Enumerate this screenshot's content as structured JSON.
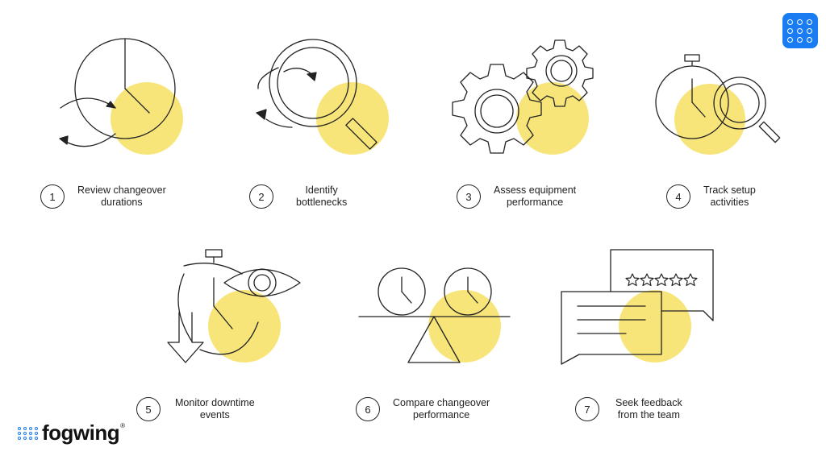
{
  "colors": {
    "accent": "#F8E57A",
    "ink": "#222222",
    "brand": "#1A7CF2"
  },
  "steps": [
    {
      "number": "1",
      "line1": "Review changeover",
      "line2": "durations",
      "icon": "clock-cycle-icon"
    },
    {
      "number": "2",
      "line1": "Identify",
      "line2": "bottlenecks",
      "icon": "magnifier-cycle-icon"
    },
    {
      "number": "3",
      "line1": "Assess equipment",
      "line2": "performance",
      "icon": "gears-icon"
    },
    {
      "number": "4",
      "line1": "Track setup",
      "line2": "activities",
      "icon": "stopwatch-magnifier-icon"
    },
    {
      "number": "5",
      "line1": "Monitor downtime",
      "line2": "events",
      "icon": "stopwatch-eye-icon"
    },
    {
      "number": "6",
      "line1": "Compare changeover",
      "line2": "performance",
      "icon": "balance-clocks-icon"
    },
    {
      "number": "7",
      "line1": "Seek feedback",
      "line2": "from the team",
      "icon": "feedback-rating-icon"
    }
  ],
  "brand": {
    "name": "fogwing",
    "registered": "®"
  },
  "app_button": {
    "icon": "app-grid-icon"
  }
}
